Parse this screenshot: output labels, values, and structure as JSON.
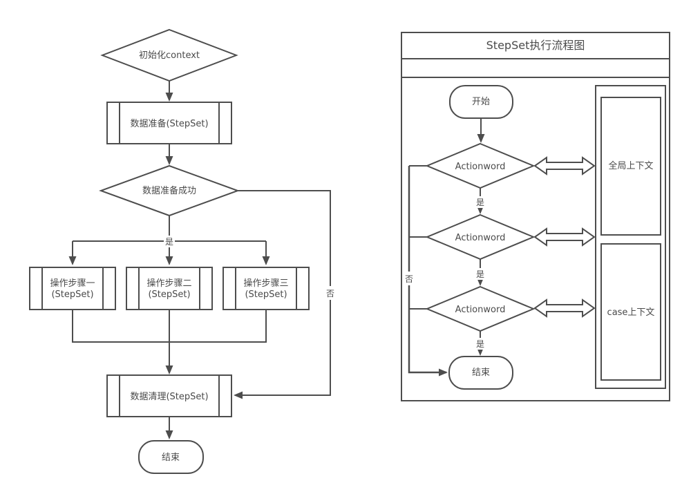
{
  "colors": {
    "line": "#4d4d4d",
    "text": "#4a4a4a",
    "background": "#ffffff"
  },
  "left_flowchart": {
    "init_decision": "初始化context",
    "data_prepare": "数据准备(StepSet)",
    "prepare_success_decision": "数据准备成功",
    "yes": "是",
    "no": "否",
    "step1": {
      "line1": "操作步骤一",
      "line2": "(StepSet)"
    },
    "step2": {
      "line1": "操作步骤二",
      "line2": "(StepSet)"
    },
    "step3": {
      "line1": "操作步骤三",
      "line2": "(StepSet)"
    },
    "data_cleanup": "数据清理(StepSet)",
    "end": "结束"
  },
  "right_flowchart": {
    "title": "StepSet执行流程图",
    "start": "开始",
    "decision1": "Actionword",
    "decision2": "Actionword",
    "decision3": "Actionword",
    "yes1": "是",
    "yes2": "是",
    "yes3": "是",
    "no": "否",
    "end": "结束",
    "global_context": "全局上下文",
    "case_context": "case上下文"
  }
}
